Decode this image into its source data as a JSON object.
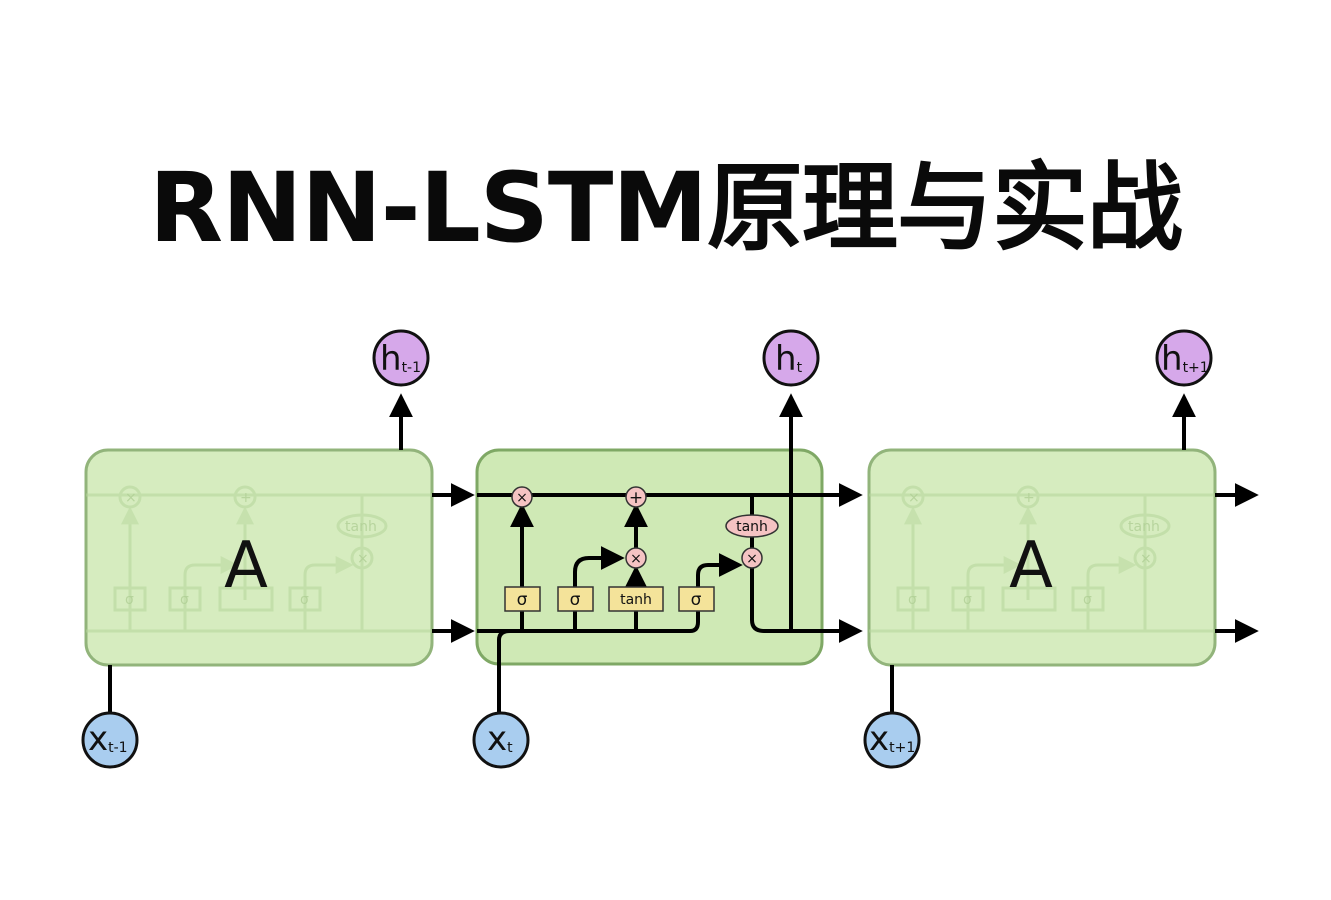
{
  "title": "RNN-LSTM原理与实战",
  "cells": [
    {
      "label": "A",
      "faded": true
    },
    {
      "label": "",
      "faded": false
    },
    {
      "label": "A",
      "faded": true
    }
  ],
  "outputs": [
    {
      "base": "h",
      "sub": "t-1"
    },
    {
      "base": "h",
      "sub": "t"
    },
    {
      "base": "h",
      "sub": "t+1"
    }
  ],
  "inputs": [
    {
      "base": "x",
      "sub": "t-1"
    },
    {
      "base": "x",
      "sub": "t"
    },
    {
      "base": "x",
      "sub": "t+1"
    }
  ],
  "gates": {
    "sigma": "σ",
    "tanh": "tanh",
    "multiply": "×",
    "add": "+"
  },
  "colors": {
    "cell_fill": "#cfe9b5",
    "cell_stroke": "#7fa865",
    "output_fill": "#d6a8ea",
    "input_fill": "#a9cdef",
    "gate_fill": "#f4e39a",
    "op_fill": "#f5c3c3"
  }
}
